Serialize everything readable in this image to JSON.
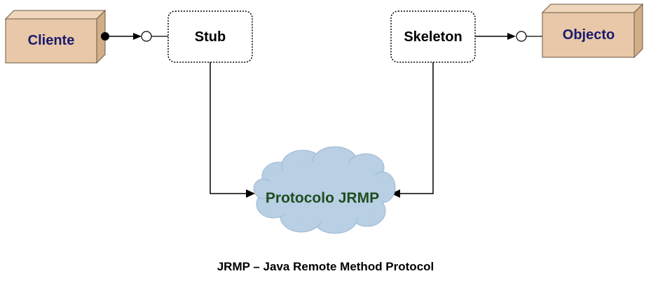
{
  "nodes": {
    "cliente": {
      "label": "Cliente"
    },
    "stub": {
      "label": "Stub"
    },
    "skeleton": {
      "label": "Skeleton"
    },
    "objecto": {
      "label": "Objecto"
    },
    "protocolo": {
      "label": "Protocolo JRMP"
    }
  },
  "caption": "JRMP – Java Remote Method Protocol",
  "colors": {
    "box_front": "#e8c8a8",
    "box_side": "#d1ad88",
    "box_stroke": "#6b5a44",
    "entity_text": "#1a1a6e",
    "cloud_fill": "#b8cfe4",
    "cloud_stroke": "#9fb8d3",
    "cloud_text": "#1f4d1f",
    "line": "#000000"
  }
}
